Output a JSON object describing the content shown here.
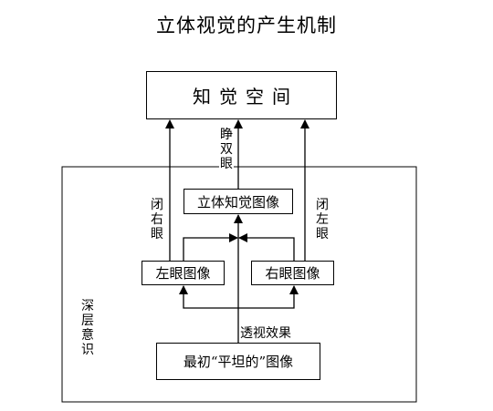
{
  "title": "立体视觉的产生机制",
  "boxes": {
    "perception_space": "知觉空间",
    "stereo_image": "立体知觉图像",
    "left_eye_image": "左眼图像",
    "right_eye_image": "右眼图像",
    "flat_image": "最初“平坦的”图像"
  },
  "labels": {
    "open_both_eyes": [
      "睁",
      "双",
      "眼"
    ],
    "close_right_eye": [
      "闭",
      "右",
      "眼"
    ],
    "close_left_eye": [
      "闭",
      "左",
      "眼"
    ],
    "deep_consciousness": [
      "深",
      "层",
      "意",
      "识"
    ],
    "perspective_effect": "透视效果"
  }
}
